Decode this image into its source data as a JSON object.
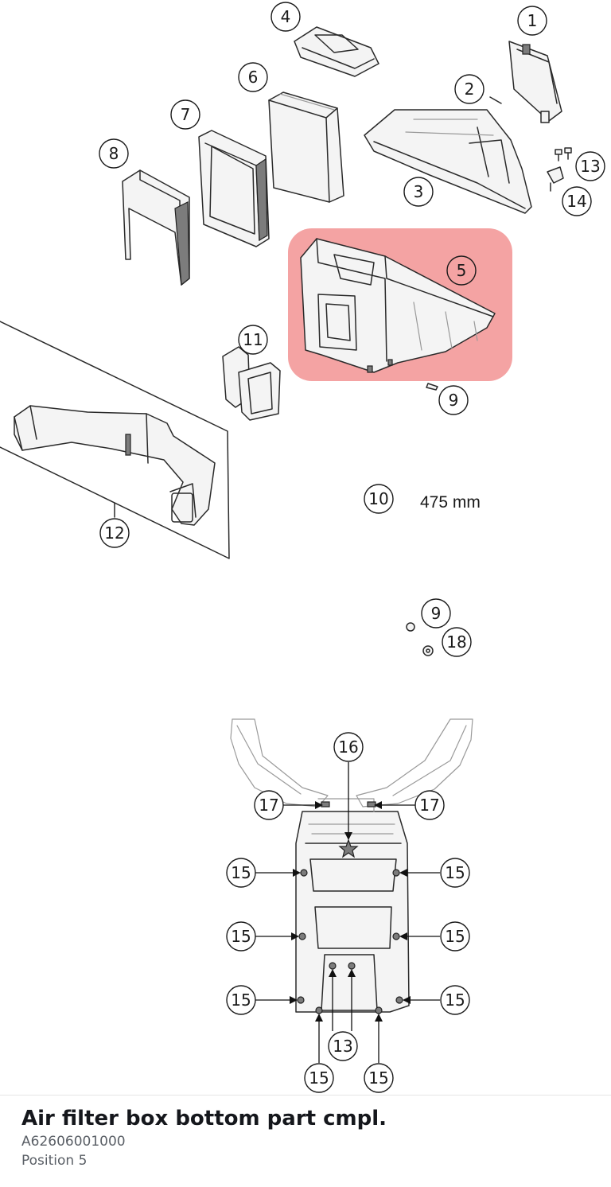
{
  "diagram": {
    "highlight_color": "#f08080",
    "callouts": {
      "c1": "1",
      "c2": "2",
      "c3": "3",
      "c4": "4",
      "c5": "5",
      "c6": "6",
      "c7": "7",
      "c8": "8",
      "c9a": "9",
      "c9b": "9",
      "c10": "10",
      "c11": "11",
      "c12": "12",
      "c13a": "13",
      "c13b": "13",
      "c14": "14",
      "c16": "16",
      "c17a": "17",
      "c17b": "17",
      "c18": "18",
      "c15a": "15",
      "c15b": "15",
      "c15c": "15",
      "c15d": "15",
      "c15e": "15",
      "c15f": "15",
      "c15g": "15",
      "c15h": "15"
    },
    "hose_length_label": "475 mm"
  },
  "part": {
    "name": "Air filter box bottom part cmpl.",
    "number": "A62606001000",
    "position": "Position 5"
  }
}
